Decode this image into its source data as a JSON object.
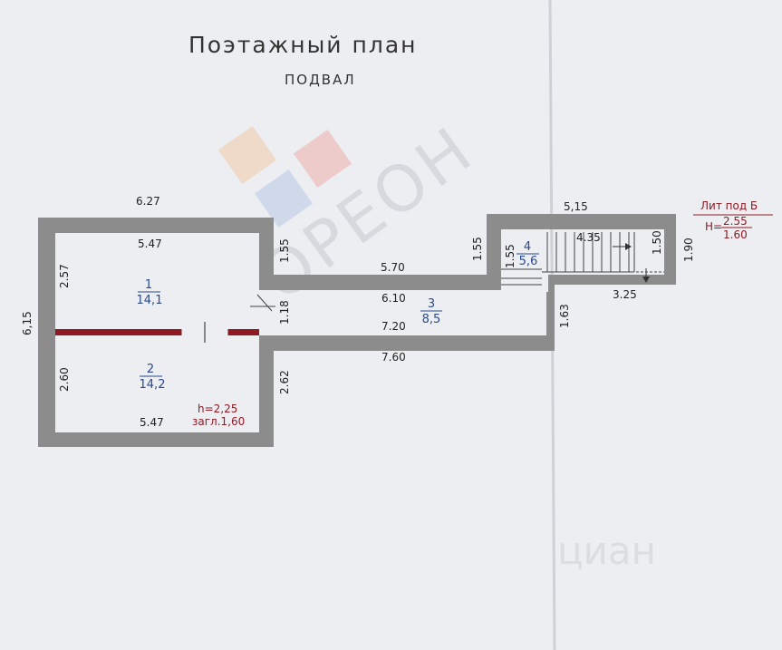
{
  "title": "Поэтажный план",
  "subtitle": "ПОДВАЛ",
  "lit": {
    "label": "Лит под Б",
    "h_label": "Н=",
    "numerator": "2.55",
    "denominator": "1.60"
  },
  "rooms": [
    {
      "number": "1",
      "area": "14,1"
    },
    {
      "number": "2",
      "area": "14,2"
    },
    {
      "number": "3",
      "area": "8,5"
    },
    {
      "number": "4",
      "area": "5,6"
    }
  ],
  "height_note": {
    "h": "h=2,25",
    "zagl": "загл.1,60"
  },
  "dimensions": {
    "top_total": "6.27",
    "left_total": "6,15",
    "room1_width": "5.47",
    "room1_height": "2.57",
    "room1_right": "1.55",
    "room2_height": "2.60",
    "room2_width": "5.47",
    "room2_right": "2.62",
    "door_opening": "1.18",
    "corridor_top_outer": "5.70",
    "corridor_top_inner": "6.10",
    "corridor_bottom_inner": "7.20",
    "corridor_bottom_outer": "7.60",
    "corridor_right": "1.63",
    "stair_top": "5,15",
    "stair_left": "1.55",
    "room4_height": "1.55",
    "stair_run": "4.35",
    "stair_right_inner": "1.50",
    "stair_right_outer": "1.90",
    "stair_bottom": "3.25"
  },
  "watermark": {
    "brand": "МОРЕОН",
    "corner": "циан"
  },
  "colors": {
    "wall": "#8c8c8c",
    "partition": "#8e1a24",
    "room_label": "#2b4a8c",
    "background": "#eceef1"
  }
}
